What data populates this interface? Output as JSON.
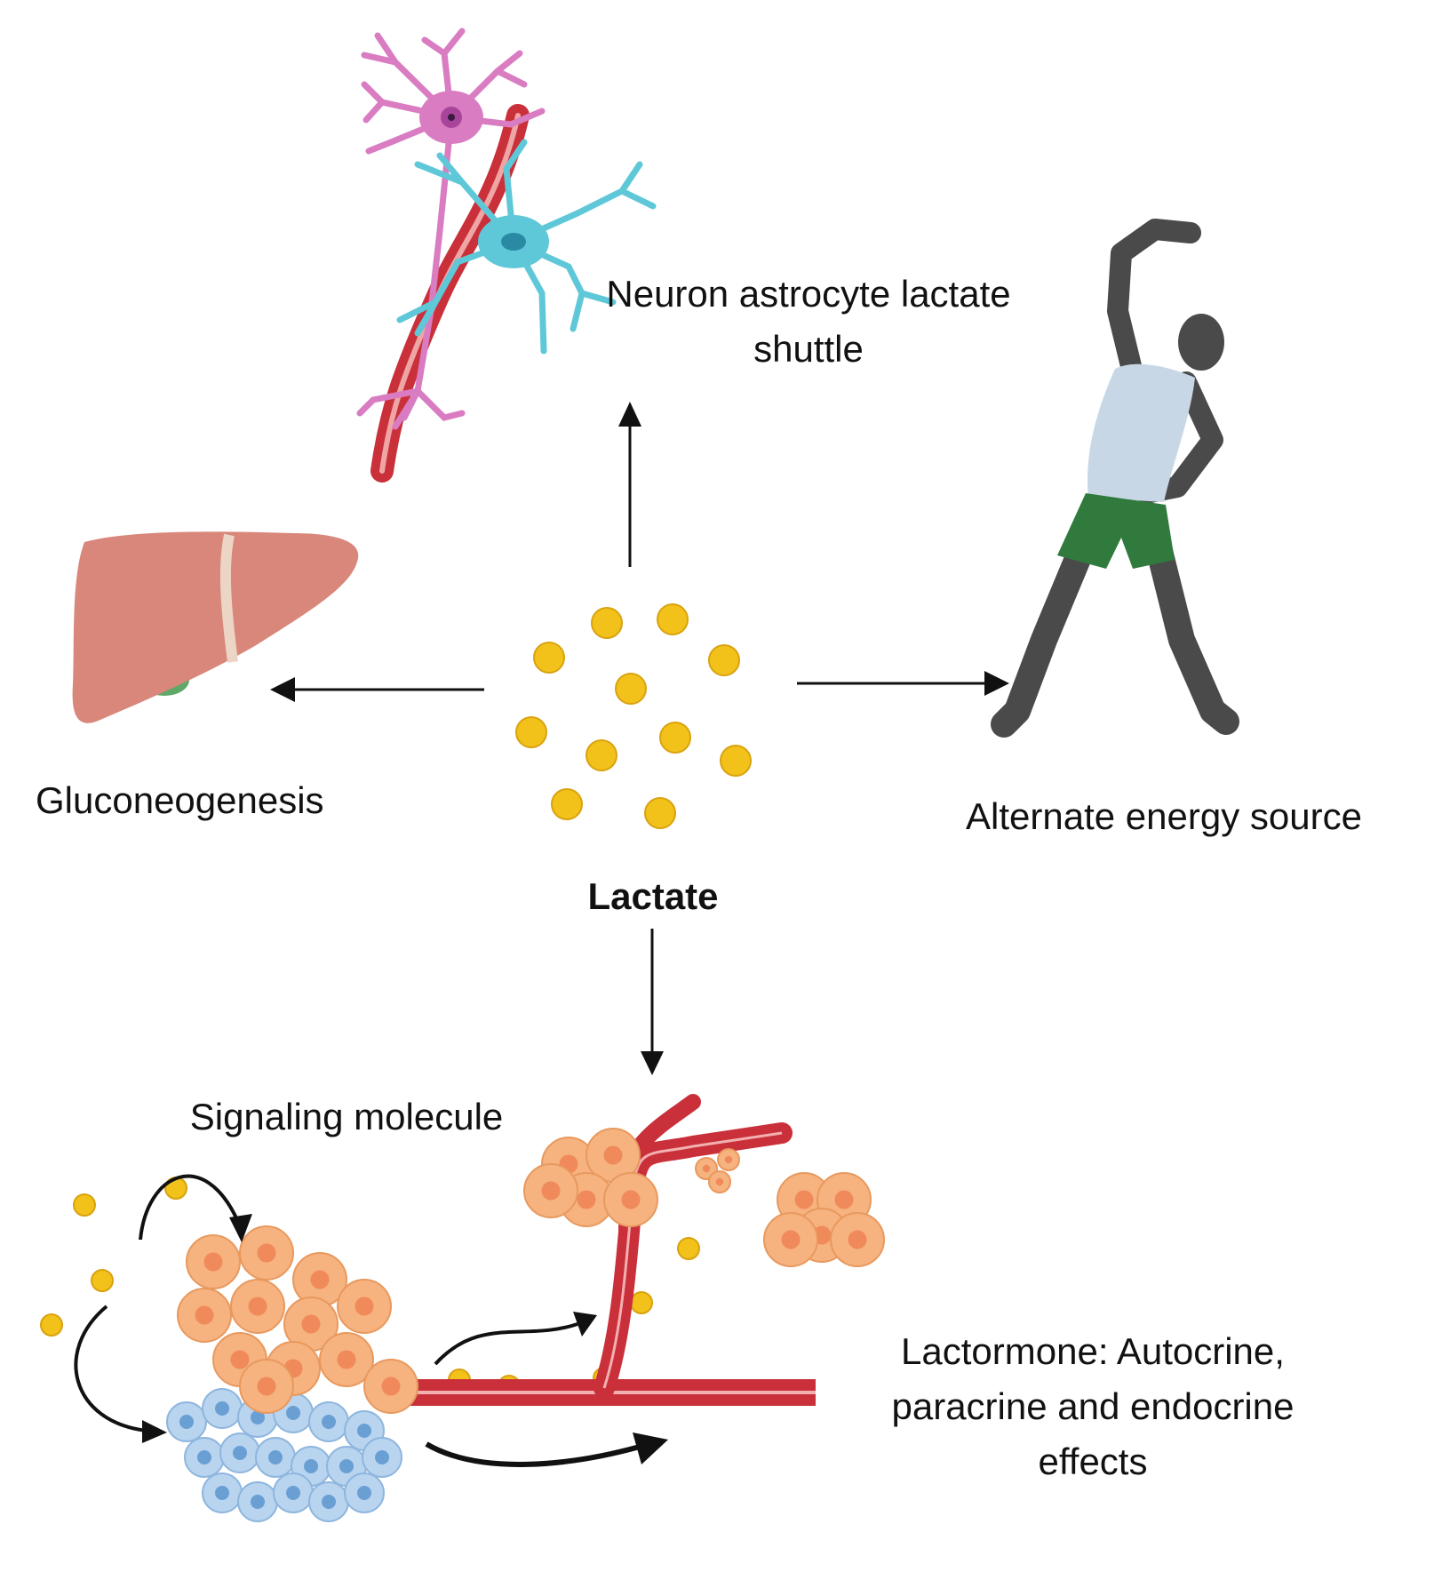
{
  "labels": {
    "neuron": [
      "Neuron astrocyte lactate",
      "shuttle"
    ],
    "gluconeogenesis": "Gluconeogenesis",
    "energy": "Alternate energy source",
    "lactate": "Lactate",
    "signaling": "Signaling molecule",
    "lactormone": [
      "Lactormone: Autocrine,",
      "paracrine and endocrine",
      "effects"
    ]
  },
  "colors": {
    "lactate_dot": "#f2c21b",
    "neuron": "#d97cc2",
    "astrocyte": "#5fc8d8",
    "vessel": "#c9303a",
    "liver": "#d8877a",
    "gallbladder": "#5ea86a",
    "person": "#4a4a4a",
    "shirt": "#c8d7e6",
    "shorts": "#2f7a3c",
    "tumor_cell": "#f6b27f",
    "immune_cell": "#b8d4ef"
  },
  "icons": [
    "neuron-astrocyte-icon",
    "liver-icon",
    "exercising-person-icon",
    "lactate-molecules-icon",
    "tumor-cells-icon",
    "blood-vessel-icon"
  ]
}
